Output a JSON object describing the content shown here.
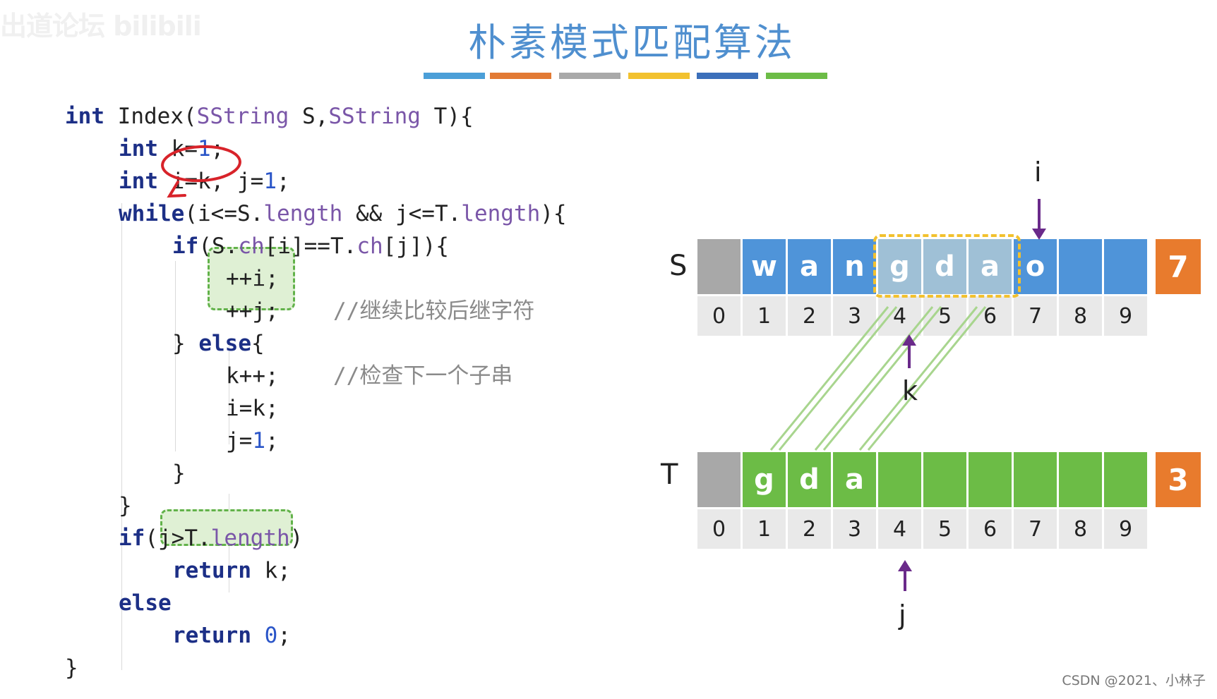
{
  "watermark": "出道论坛 bilibili",
  "title": "朴素模式匹配算法",
  "title_bar_colors": [
    "#4b9fd8",
    "#e27a34",
    "#a9a9a9",
    "#f2c12e",
    "#3b6fba",
    "#6cbc46"
  ],
  "code": {
    "line1": {
      "kw": "int",
      "fn": " Index(",
      "t1": "SString",
      "mid": " S,",
      "t2": "SString",
      "end": " T){"
    },
    "line2": {
      "kw": "int",
      "a": " k=",
      "n": "1",
      "b": ";"
    },
    "line3": {
      "kw": "int",
      "a": " i=k, j=",
      "n": "1",
      "b": ";"
    },
    "line4": {
      "kw": "while",
      "a": "(i<=S.",
      "p1": "length",
      "b": " && j<=T.",
      "p2": "length",
      "c": "){"
    },
    "line5": {
      "kw": "if",
      "a": "(S.",
      "p1": "ch",
      "b": "[i]==T.",
      "p2": "ch",
      "c": "[j]){"
    },
    "line6": "++i;",
    "line7": "++j;",
    "comment1": "//继续比较后继字符",
    "line8": {
      "a": "} ",
      "kw": "else",
      "b": "{"
    },
    "line9": "k++;",
    "comment2": "//检查下一个子串",
    "line10": "i=k;",
    "line11": {
      "a": "j=",
      "n": "1",
      "b": ";"
    },
    "line12": "}",
    "line13": "}",
    "line14": {
      "kw": "if",
      "a": "(j>T.",
      "p": "length",
      "b": ")"
    },
    "line15": {
      "kw": "return",
      "a": " k;"
    },
    "line16": {
      "kw": "else"
    },
    "line17": {
      "kw": "return",
      "sp": " ",
      "n": "0",
      "b": ";"
    },
    "line18": "}"
  },
  "diagram": {
    "s_label": "S",
    "t_label": "T",
    "s_cells": [
      "",
      "w",
      "a",
      "n",
      "g",
      "d",
      "a",
      "o",
      "",
      ""
    ],
    "s_length": "7",
    "t_cells": [
      "",
      "g",
      "d",
      "a",
      "",
      "",
      "",
      "",
      "",
      ""
    ],
    "t_length": "3",
    "indices": [
      "0",
      "1",
      "2",
      "3",
      "4",
      "5",
      "6",
      "7",
      "8",
      "9"
    ],
    "pointer_i": "i",
    "pointer_k": "k",
    "pointer_j": "j",
    "colors": {
      "gray": "#a8a8a8",
      "blue": "#4f94d9",
      "blue_highlight": "#9fc0d6",
      "green": "#6cbc46",
      "orange": "#e87b2d",
      "purple": "#6a2a8a",
      "dash_yellow": "#f2c12e"
    }
  },
  "footer": "CSDN @2021、小林子"
}
